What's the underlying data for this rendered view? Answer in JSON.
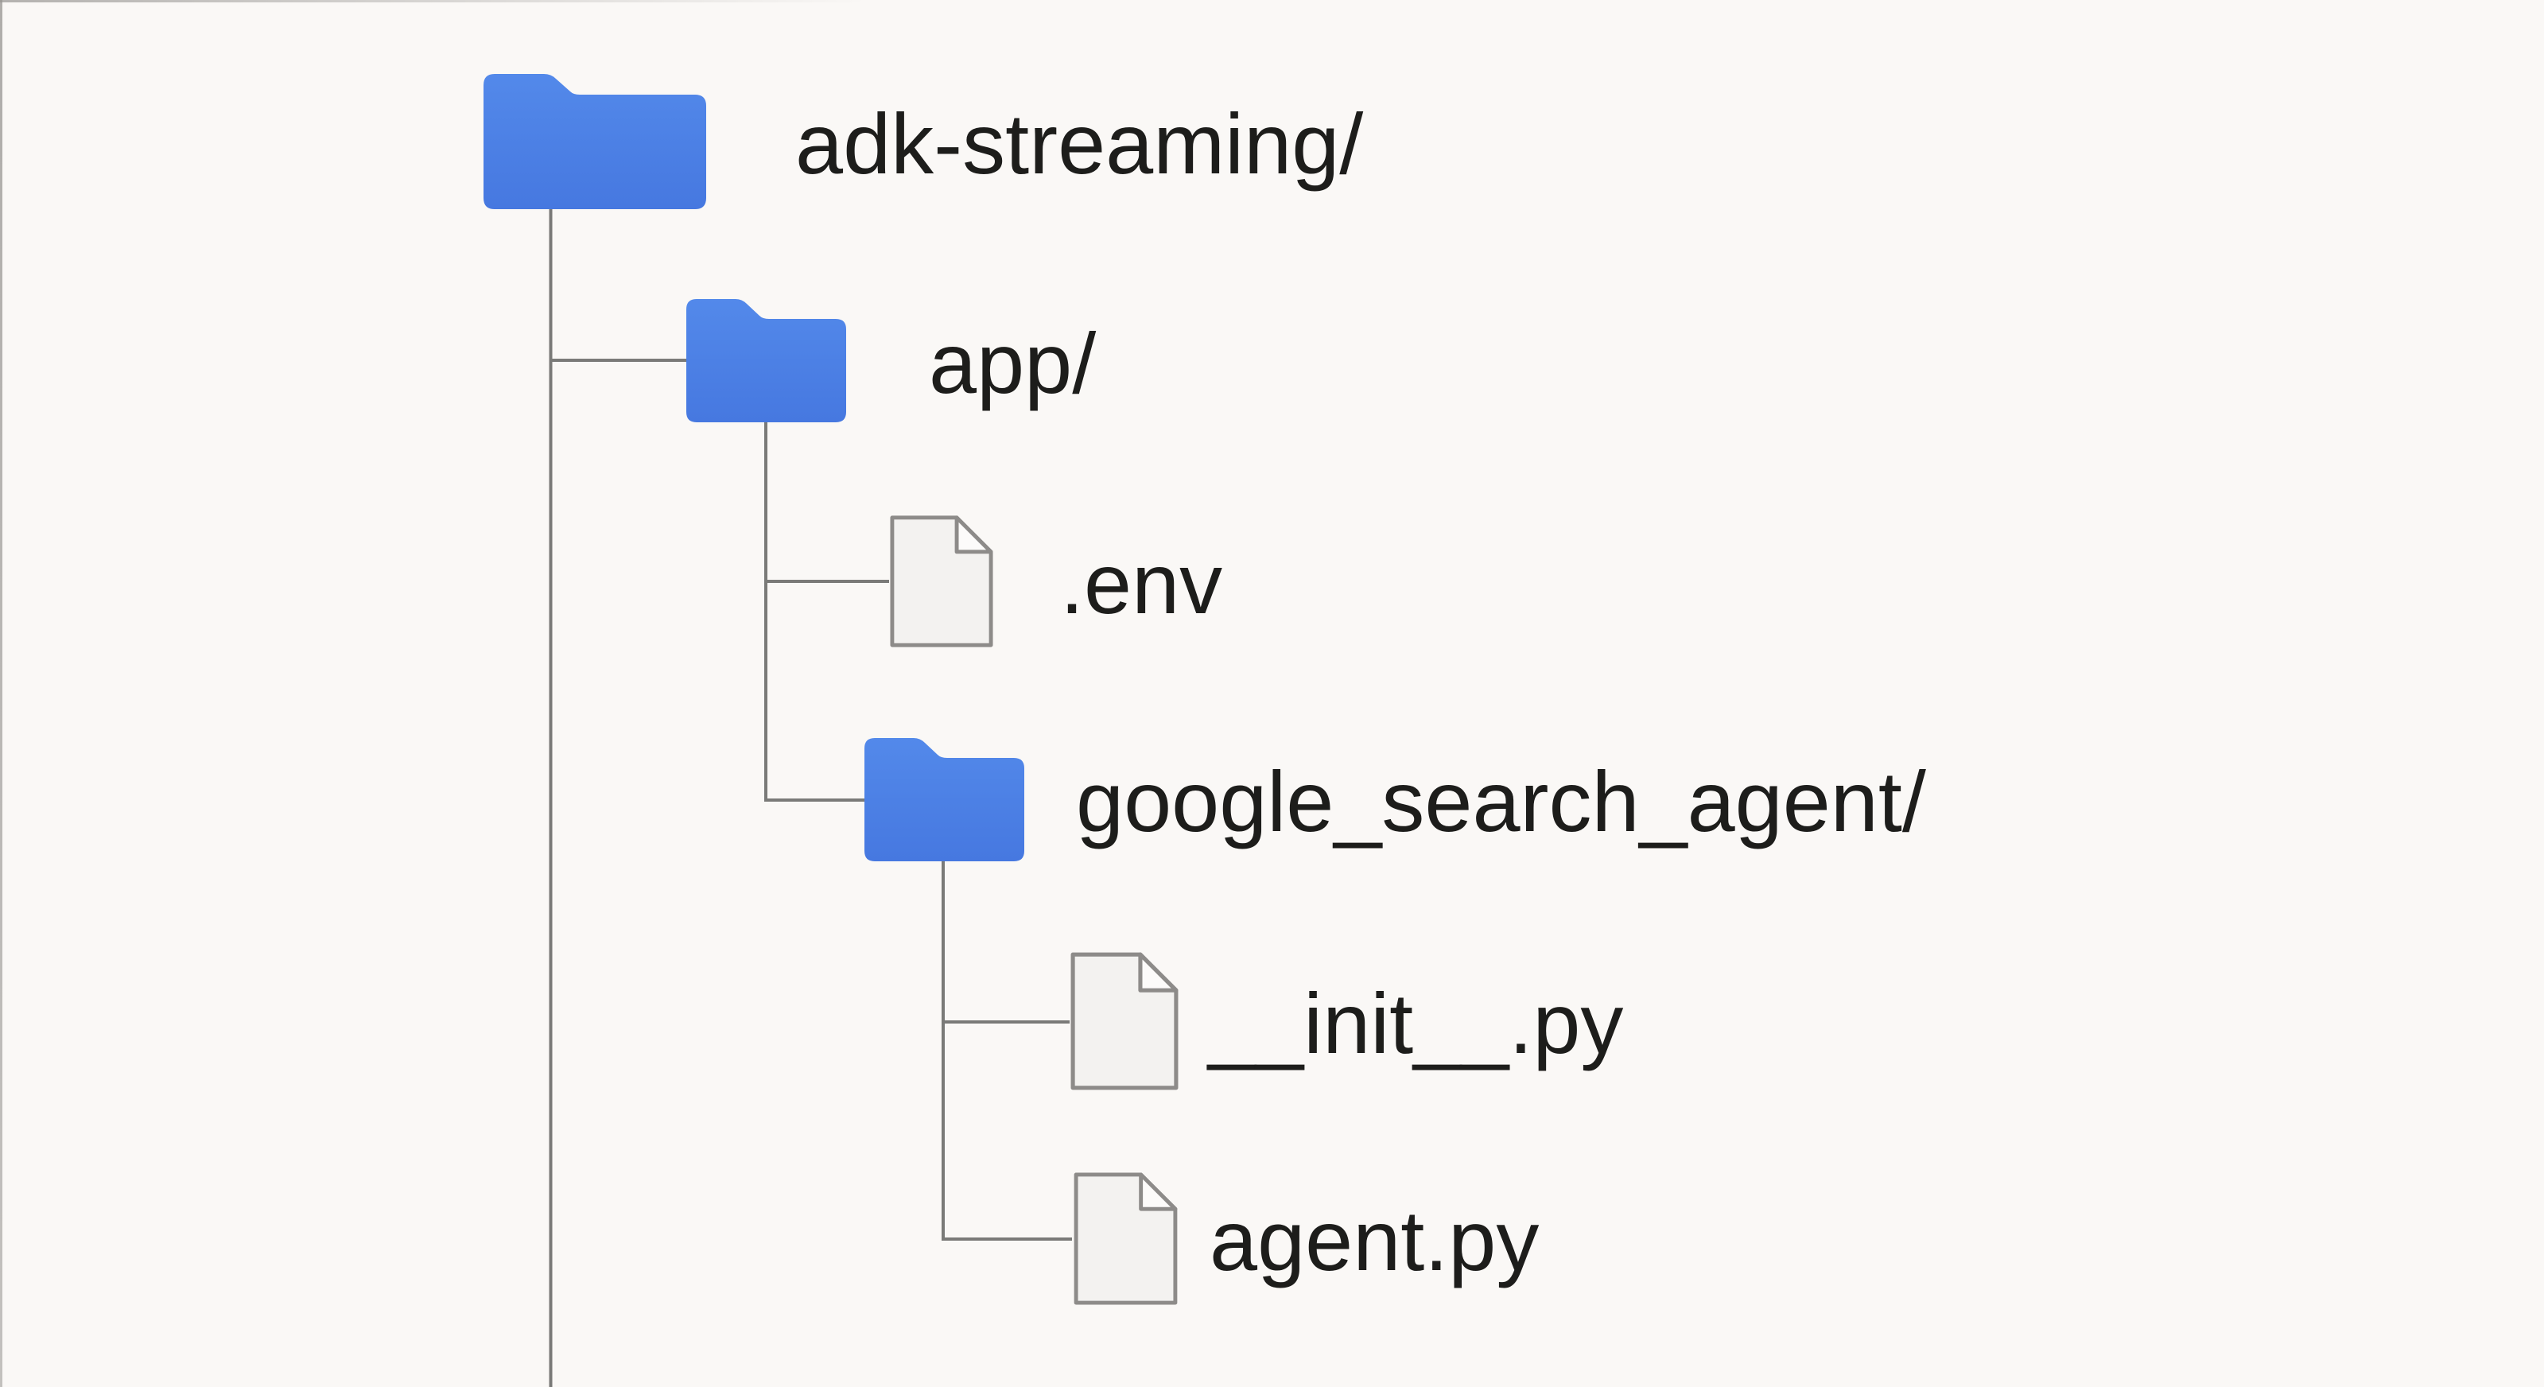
{
  "diagram": {
    "kind": "file-tree",
    "tree": {
      "nodes": [
        {
          "label": "adk-streaming/",
          "type": "folder",
          "depth": 0,
          "icon": "folder-icon"
        },
        {
          "label": "app/",
          "type": "folder",
          "depth": 1,
          "icon": "folder-icon"
        },
        {
          "label": ".env",
          "type": "file",
          "depth": 2,
          "icon": "file-icon"
        },
        {
          "label": "google_search_agent/",
          "type": "folder",
          "depth": 2,
          "icon": "folder-icon"
        },
        {
          "label": "__init__.py",
          "type": "file",
          "depth": 3,
          "icon": "file-icon"
        },
        {
          "label": "agent.py",
          "type": "file",
          "depth": 3,
          "icon": "file-icon"
        }
      ]
    },
    "colors": {
      "background": "#faf8f6",
      "frame_border": "#96948f",
      "connector_line": "#7a7a78",
      "folder_blue_top": "#5389ea",
      "folder_blue_bottom": "#4678e0",
      "file_fill": "#f3f2f0",
      "file_fold_fill": "#fcfbfa",
      "file_border": "#8d8b89",
      "label_text": "#1d1d1b"
    }
  }
}
